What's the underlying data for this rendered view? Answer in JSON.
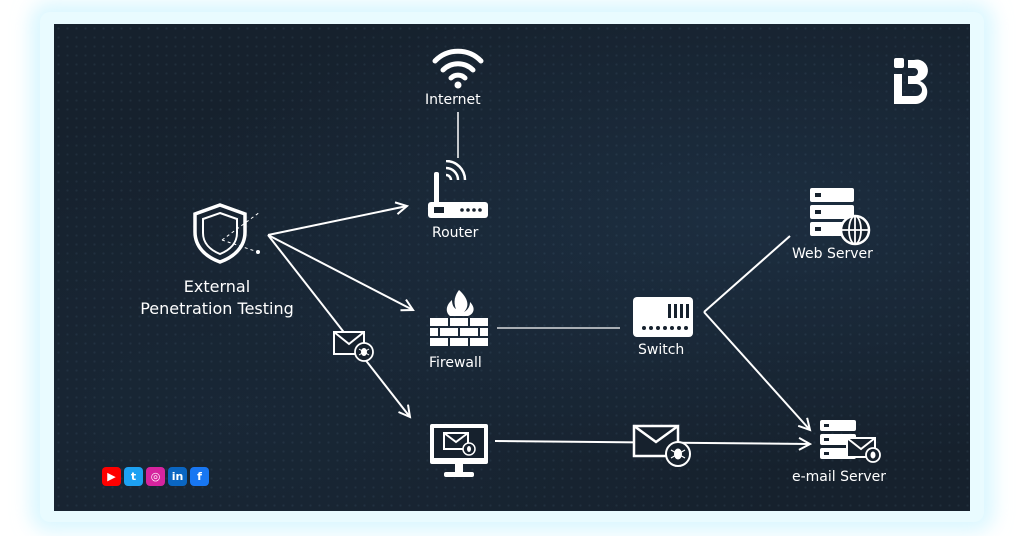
{
  "diagram": {
    "nodes": {
      "internet": "Internet",
      "router": "Router",
      "firewall": "Firewall",
      "switch": "Switch",
      "web_server": "Web Server",
      "email_server": "e-mail Server",
      "attacker_line1": "External",
      "attacker_line2": "Penetration Testing"
    },
    "brand_logo": "B",
    "social_icons": [
      "youtube-icon",
      "twitter-icon",
      "instagram-icon",
      "linkedin-icon",
      "facebook-icon"
    ],
    "colors": {
      "background": "#16212d",
      "foreground": "#ffffff",
      "glow": "#bff0ff",
      "youtube": "#ff0000",
      "twitter": "#1da1f2",
      "instagram": "#d6249f",
      "linkedin": "#0a66c2",
      "facebook": "#1877f2"
    }
  }
}
